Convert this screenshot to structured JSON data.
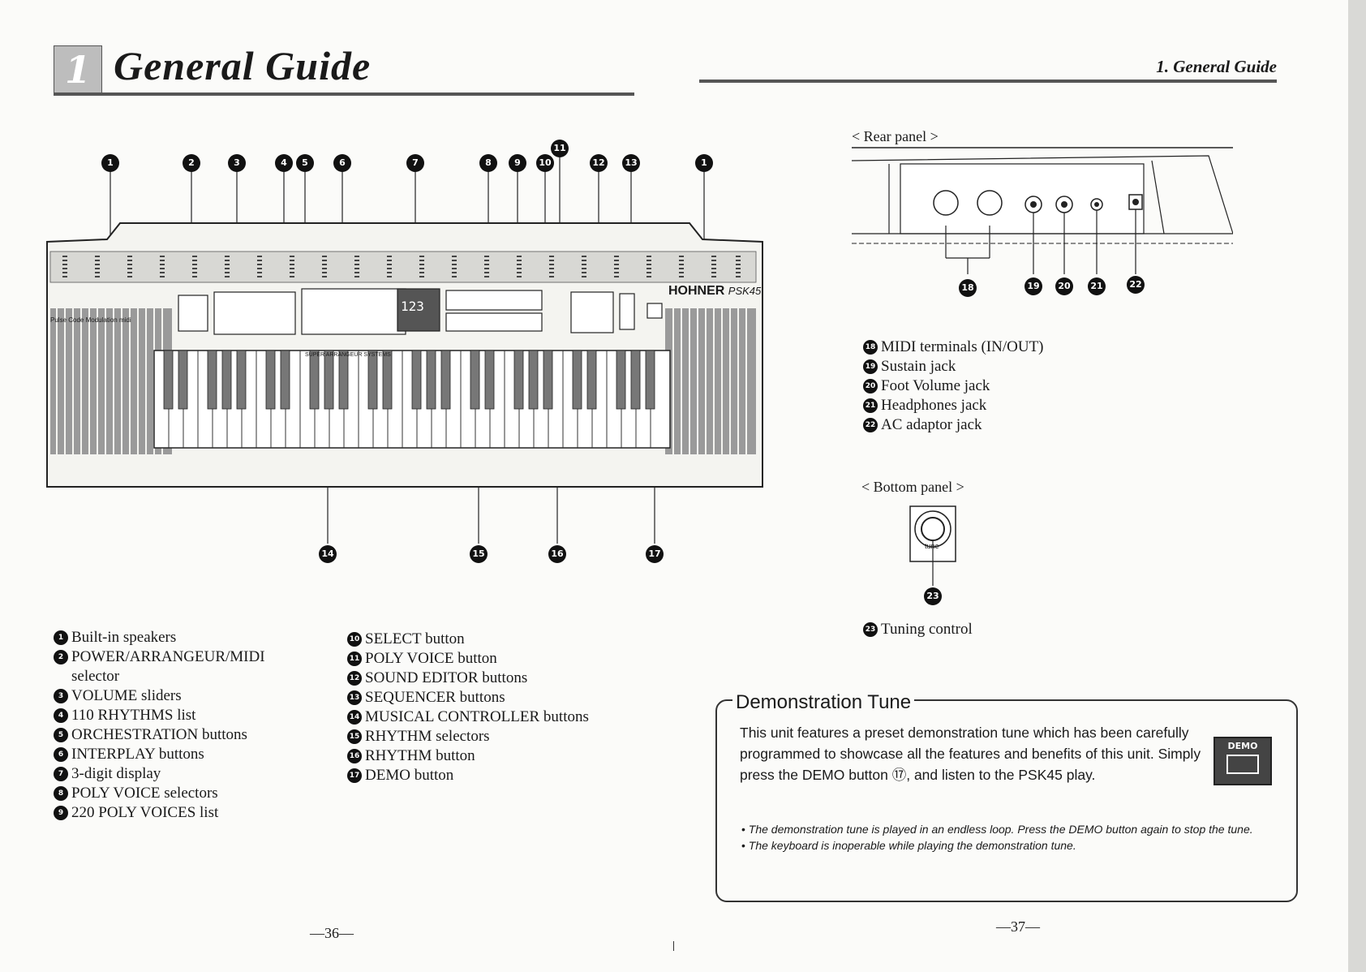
{
  "header": {
    "chapter_number": "1",
    "title": "General Guide",
    "right_title": "1. General Guide"
  },
  "keyboard": {
    "brand": "HOHNER",
    "model": "PSK45",
    "display_digits": "123",
    "panel_caption": "Pulse Code Modulation midi",
    "interplay_caption": "SUPER ARRANGEUR SYSTEMS"
  },
  "callouts": [
    "1",
    "2",
    "3",
    "4",
    "5",
    "6",
    "7",
    "8",
    "9",
    "10",
    "11",
    "12",
    "13",
    "1",
    "14",
    "15",
    "16",
    "17"
  ],
  "left_list": [
    {
      "n": "1",
      "text": "Built-in speakers"
    },
    {
      "n": "2",
      "text": "POWER/ARRANGEUR/MIDI"
    },
    {
      "n": "",
      "text": "selector"
    },
    {
      "n": "3",
      "text": "VOLUME sliders"
    },
    {
      "n": "4",
      "text": "110 RHYTHMS list"
    },
    {
      "n": "5",
      "text": "ORCHESTRATION buttons"
    },
    {
      "n": "6",
      "text": "INTERPLAY buttons"
    },
    {
      "n": "7",
      "text": "3-digit display"
    },
    {
      "n": "8",
      "text": "POLY VOICE selectors"
    },
    {
      "n": "9",
      "text": "220 POLY VOICES list"
    }
  ],
  "middle_list": [
    {
      "n": "10",
      "text": "SELECT button"
    },
    {
      "n": "11",
      "text": "POLY VOICE button"
    },
    {
      "n": "12",
      "text": "SOUND EDITOR buttons"
    },
    {
      "n": "13",
      "text": "SEQUENCER buttons"
    },
    {
      "n": "14",
      "text": "MUSICAL CONTROLLER buttons"
    },
    {
      "n": "15",
      "text": "RHYTHM selectors"
    },
    {
      "n": "16",
      "text": "RHYTHM button"
    },
    {
      "n": "17",
      "text": "DEMO button"
    }
  ],
  "rear_panel": {
    "label": "< Rear panel >",
    "callouts": [
      "18",
      "19",
      "20",
      "21",
      "22"
    ],
    "items": [
      {
        "n": "18",
        "text": "MIDI terminals (IN/OUT)"
      },
      {
        "n": "19",
        "text": "Sustain jack"
      },
      {
        "n": "20",
        "text": "Foot Volume jack"
      },
      {
        "n": "21",
        "text": "Headphones jack"
      },
      {
        "n": "22",
        "text": "AC adaptor jack"
      }
    ]
  },
  "bottom_panel": {
    "label": "< Bottom panel >",
    "knob_label": "tune",
    "callout": "23",
    "item": {
      "n": "23",
      "text": "Tuning control"
    }
  },
  "demo": {
    "title": "Demonstration Tune",
    "body": "This unit features a preset demonstration tune which has been carefully programmed to showcase all the features and benefits of this unit. Simply press the DEMO button ⑰, and listen to the PSK45 play.",
    "button_label": "DEMO",
    "notes": [
      "The demonstration tune is played in an endless loop. Press the DEMO button again to stop the tune.",
      "The keyboard is inoperable while playing the demonstration tune."
    ]
  },
  "page_numbers": {
    "left": "—36—",
    "right": "—37—"
  }
}
